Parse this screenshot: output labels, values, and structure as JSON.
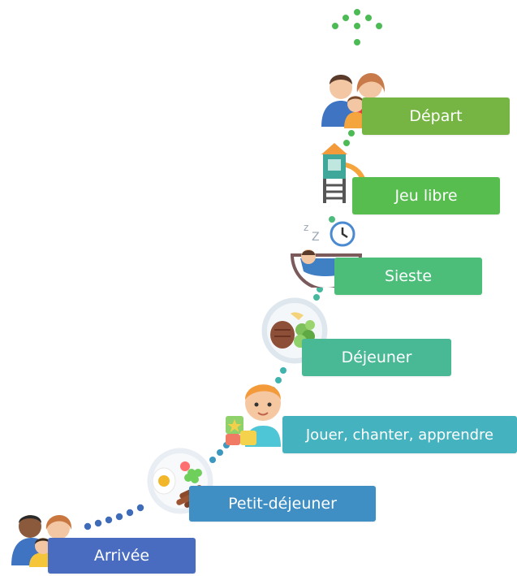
{
  "steps": [
    {
      "label": "Arrivée",
      "icon": "family-arrival-icon",
      "color": "#4a6cc0"
    },
    {
      "label": "Petit-déjeuner",
      "icon": "breakfast-plate-icon",
      "color": "#3f8fc4"
    },
    {
      "label": "Jouer, chanter, apprendre",
      "icon": "child-playing-icon",
      "color": "#45b3bf"
    },
    {
      "label": "Déjeuner",
      "icon": "lunch-plate-icon",
      "color": "#48b994"
    },
    {
      "label": "Sieste",
      "icon": "nap-sleeping-icon",
      "color": "#4dbe79"
    },
    {
      "label": "Jeu libre",
      "icon": "playground-slide-icon",
      "color": "#58bd4f"
    },
    {
      "label": "Départ",
      "icon": "family-departure-icon",
      "color": "#76b543"
    }
  ],
  "colors": {
    "dots_blue": "#3f6cb8",
    "dots_teal": "#3fb3ad",
    "dots_green": "#4dbb55"
  }
}
